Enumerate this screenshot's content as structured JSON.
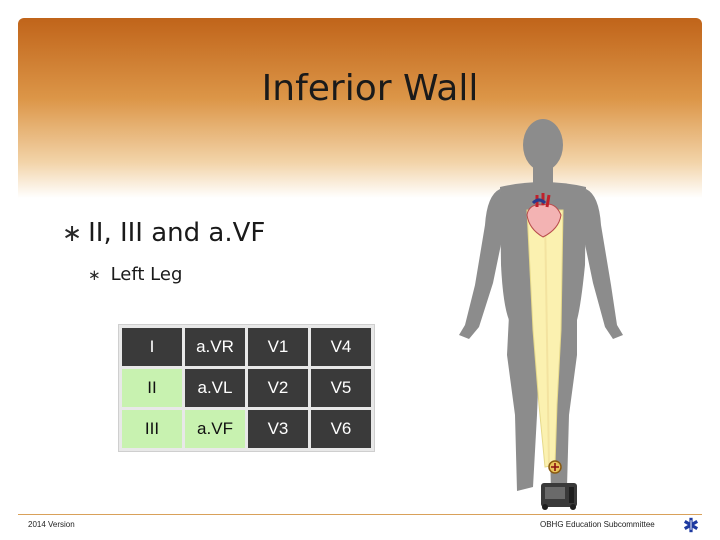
{
  "slide": {
    "title": "Inferior Wall",
    "bullet_main": "II, III and a.VF",
    "bullet_sub": "Left Leg"
  },
  "lead_table": {
    "rows": [
      [
        "I",
        "a.VR",
        "V1",
        "V4"
      ],
      [
        "II",
        "a.VL",
        "V2",
        "V5"
      ],
      [
        "III",
        "a.VF",
        "V3",
        "V6"
      ]
    ],
    "highlighted": [
      [
        1,
        0
      ],
      [
        2,
        0
      ]
    ]
  },
  "footer": {
    "version": "2014 Version",
    "committee": "OBHG Education Subcommittee"
  },
  "colors": {
    "header_top": "#c0641a",
    "highlight": "#c8f2b0",
    "cell_dark": "#3a3a3a",
    "body_silhouette": "#8c8c8c",
    "lead_path": "#fbf1b0"
  },
  "icons": {
    "bullet": "asterisk-bullet-icon",
    "figure": "human-body-silhouette-icon",
    "heart": "heart-icon",
    "electrode": "positive-electrode-icon",
    "monitor": "ecg-monitor-icon",
    "logo": "star-of-life-icon"
  }
}
